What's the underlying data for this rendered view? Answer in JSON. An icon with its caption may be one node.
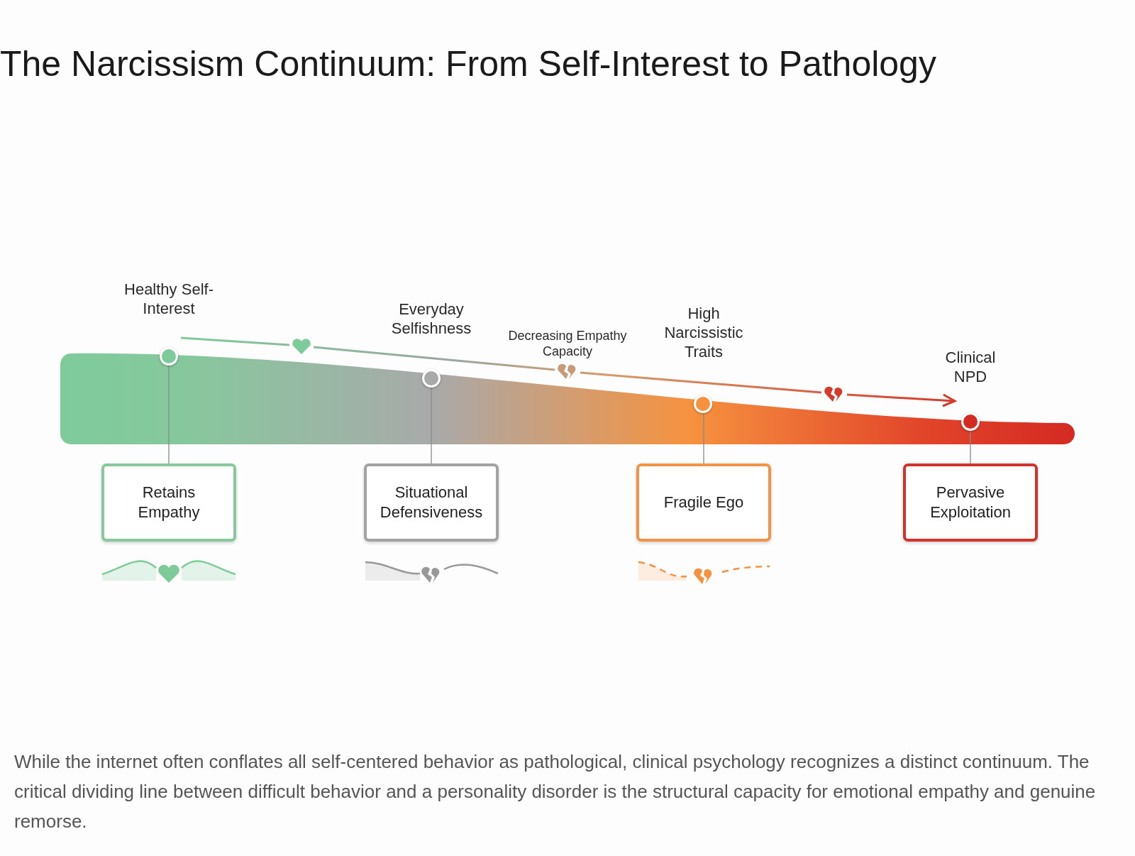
{
  "diagram": {
    "title": "The Narcissism Continuum: From Self-Interest to Pathology",
    "caption": "While the internet often conflates all self-centered behavior as pathological, clinical psychology recognizes a distinct continuum. The critical dividing line between difficult behavior and a personality disorder is the structural capacity for emotional empathy and genuine remorse.",
    "nodes": [
      {
        "text": [],
        "shape": "circle",
        "beside": [
          "Healthy Self-Interest"
        ]
      },
      {
        "text": [],
        "shape": "circle",
        "beside": [
          "Everyday Selfishness"
        ]
      },
      {
        "text": [],
        "shape": "circle",
        "beside": [
          "High Narcissistic Traits"
        ]
      },
      {
        "text": [],
        "shape": "circle",
        "beside": [
          "Clinical NPD"
        ]
      },
      {
        "text": [
          "Retains Empathy"
        ]
      },
      {
        "text": [
          "Situational Defensiveness"
        ]
      },
      {
        "text": [
          "Fragile Ego"
        ]
      },
      {
        "text": [
          "Pervasive Exploitation"
        ]
      }
    ],
    "edges": [
      {
        "from": 0,
        "to": 4,
        "arrow": "none"
      },
      {
        "from": 1,
        "to": 5,
        "arrow": "none"
      },
      {
        "from": 2,
        "to": 6,
        "arrow": "none"
      },
      {
        "from": 3,
        "to": 7,
        "arrow": "none"
      }
    ],
    "labels": [
      "Decreasing Empathy Capacity"
    ]
  }
}
